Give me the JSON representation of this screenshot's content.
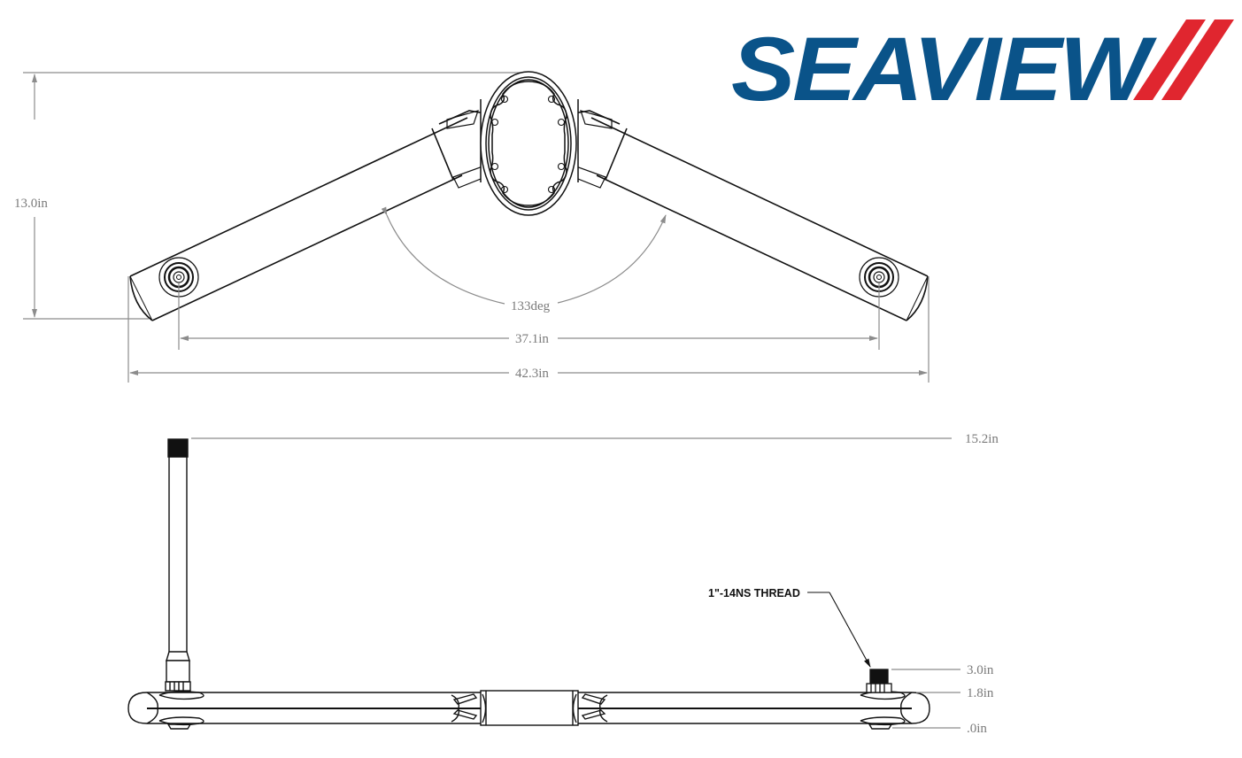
{
  "brand": {
    "name": "SEAVIEW",
    "primary_color": "#0a5389",
    "accent_color": "#e0262f"
  },
  "top_view": {
    "height_dim": "13.0in",
    "angle_dim": "133deg",
    "inner_width_dim": "37.1in",
    "overall_width_dim": "42.3in"
  },
  "side_view": {
    "antenna_height_dim": "15.2in",
    "thread_height_dim": "3.0in",
    "body_height_dim": "1.8in",
    "base_dim": ".0in",
    "thread_callout": "1\"-14NS THREAD"
  },
  "colors": {
    "dimension_line": "#8c8c8c",
    "dimension_text": "#7a7a7a",
    "part_outline": "#111111"
  }
}
